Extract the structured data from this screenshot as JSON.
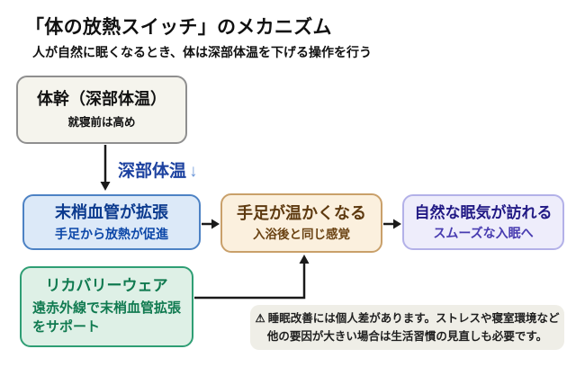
{
  "header": {
    "title": "「体の放熱スイッチ」のメカニズム",
    "subtitle": "人が自然に眠くなるとき、体は深部体温を下げる操作を行う"
  },
  "diagram": {
    "trunk_box": {
      "title": "体幹（深部体温）",
      "subtitle": "就寝前は高め"
    },
    "temp_label": {
      "text": "深部体温",
      "arrow": "↓"
    },
    "vessel_box": {
      "title": "末梢血管が拡張",
      "subtitle": "手足から放熱が促進"
    },
    "warm_box": {
      "title": "手足が温かくなる",
      "subtitle": "入浴後と同じ感覚"
    },
    "sleep_box": {
      "title": "自然な眠気が訪れる",
      "subtitle": "スムーズな入眠へ"
    },
    "recovery_box": {
      "title": "リカバリーウェア",
      "subtitle": "遠赤外線で末梢血管拡張をサポート"
    }
  },
  "note": {
    "icon": "⚠",
    "line1": "睡眠改善には個人差があります。ストレスや寝室環境など",
    "line2": "他の要因が大きい場合は生活習慣の見直しも必要です。"
  },
  "colors": {
    "background": "#ffffff",
    "text": "#111111",
    "arrow": "#1a1a1a",
    "temp_label_text": "#1d42a0",
    "temp_label_arrow": "#6a95d8",
    "trunk_box_bg": "#f5f4ed",
    "trunk_box_border": "#8f8f8f",
    "vessel_box_bg": "#dce9f8",
    "vessel_box_border": "#4d82c4",
    "vessel_box_text": "#0b3a8e",
    "warm_box_bg": "#fbf0de",
    "warm_box_border": "#c9a06a",
    "warm_box_text": "#5e3a10",
    "sleep_box_bg": "#eeedfb",
    "sleep_box_border": "#b3b1e8",
    "sleep_box_title": "#221a85",
    "sleep_box_subtitle": "#473bb0",
    "recovery_box_bg": "#def0e6",
    "recovery_box_border": "#2f9e74",
    "recovery_box_text": "#107a50",
    "note_bg": "#efeee7"
  }
}
